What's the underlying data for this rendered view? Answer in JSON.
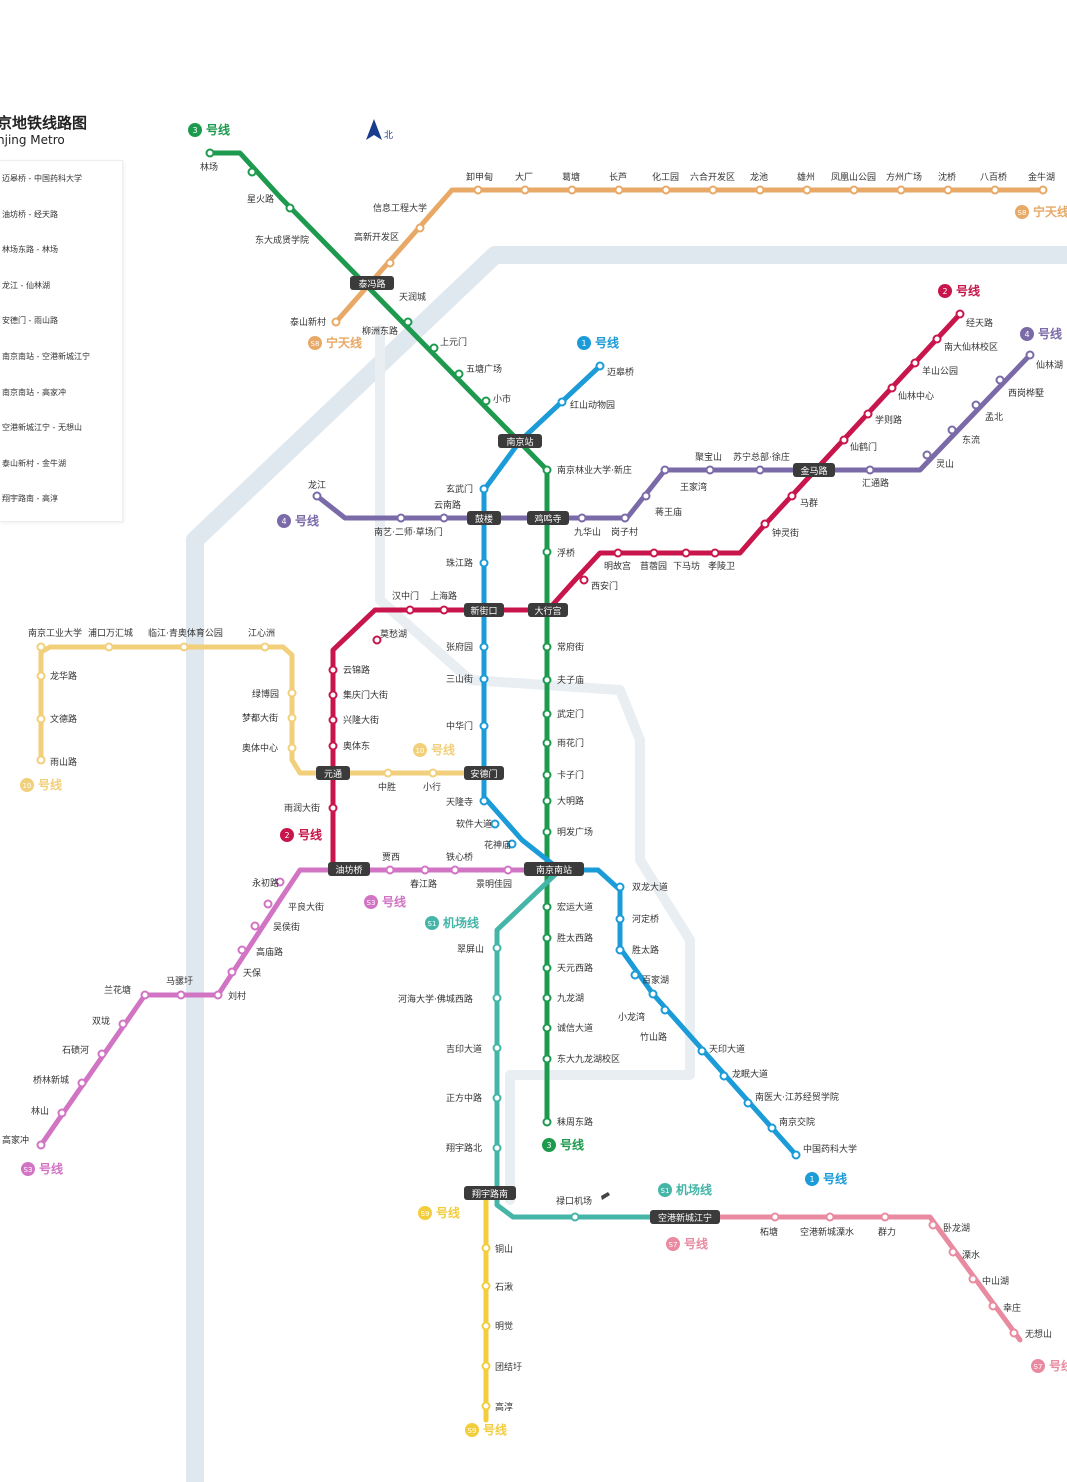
{
  "header": {
    "title": "京地铁线路图",
    "subtitle": "njing Metro"
  },
  "compass": {
    "label": "北"
  },
  "legend": [
    "迈皋桥 - 中国药科大学",
    "油坊桥 - 经天路",
    "林场东路 - 林场",
    "龙江 - 仙林湖",
    "安德门 - 雨山路",
    "南京南站 - 空港新城江宁",
    "南京南站 - 高家冲",
    "空港新城江宁 - 无想山",
    "泰山新村 - 金牛湖",
    "翔宇路南 - 高淳"
  ],
  "line_labels": [
    {
      "id": "line3-top",
      "text": "号线",
      "badge": "3",
      "color": "#1e9a4f"
    },
    {
      "id": "line2-top",
      "text": "号线",
      "badge": "2",
      "color": "#c8154b"
    },
    {
      "id": "line4-right",
      "text": "号线",
      "badge": "4",
      "color": "#7b6aa8"
    },
    {
      "id": "line1-mid",
      "text": "号线",
      "badge": "1",
      "color": "#1b9bd7"
    },
    {
      "id": "line4-left",
      "text": "号线",
      "badge": "4",
      "color": "#7b6aa8"
    },
    {
      "id": "s8-top",
      "text": "宁天线",
      "badge": "S8",
      "color": "#e8a866"
    },
    {
      "id": "s8-right",
      "text": "宁天线",
      "badge": "S8",
      "color": "#e8a866"
    },
    {
      "id": "s10-left",
      "text": "号线",
      "badge": "10",
      "color": "#f2cf7a"
    },
    {
      "id": "s10-mid",
      "text": "号线",
      "badge": "10",
      "color": "#f2cf7a"
    },
    {
      "id": "line2-mid",
      "text": "号线",
      "badge": "2",
      "color": "#c8154b"
    },
    {
      "id": "s3-mid",
      "text": "号线",
      "badge": "S3",
      "color": "#d174c4"
    },
    {
      "id": "s1-mid",
      "text": "机场线",
      "badge": "S1",
      "color": "#45b5a8"
    },
    {
      "id": "s3-bottom",
      "text": "号线",
      "badge": "S3",
      "color": "#d174c4"
    },
    {
      "id": "line3-bottom",
      "text": "号线",
      "badge": "3",
      "color": "#1e9a4f"
    },
    {
      "id": "line1-bottom",
      "text": "号线",
      "badge": "1",
      "color": "#1b9bd7"
    },
    {
      "id": "s1-bottom",
      "text": "机场线",
      "badge": "S1",
      "color": "#45b5a8"
    },
    {
      "id": "s9-mid",
      "text": "号线",
      "badge": "S9",
      "color": "#f2cd3c"
    },
    {
      "id": "s7-mid",
      "text": "号线",
      "badge": "S7",
      "color": "#e98ba0"
    },
    {
      "id": "s7-bottom",
      "text": "号线",
      "badge": "S7",
      "color": "#e98ba0"
    },
    {
      "id": "s9-bottom",
      "text": "号线",
      "badge": "S9",
      "color": "#f2cd3c"
    }
  ],
  "transfer_stations": [
    "泰冯路",
    "南京站",
    "鼓楼",
    "鸡鸣寺",
    "金马路",
    "新街口",
    "大行宫",
    "元通",
    "安德门",
    "油坊桥",
    "南京南站",
    "翔宇路南",
    "空港新城江宁"
  ],
  "stations": {
    "line3": [
      "林场",
      "星火路",
      "东大成贤学院",
      "天润城",
      "柳洲东路",
      "上元门",
      "五塘广场",
      "小市",
      "南京林业大学·新庄",
      "鸡鸣寺",
      "浮桥",
      "常府街",
      "夫子庙",
      "武定门",
      "雨花门",
      "卡子门",
      "大明路",
      "明发广场",
      "宏运大道",
      "胜太西路",
      "天元西路",
      "九龙湖",
      "诚信大道",
      "东大九龙湖校区",
      "秣周东路"
    ],
    "line1": [
      "迈皋桥",
      "红山动物园",
      "玄武门",
      "珠江路",
      "张府园",
      "三山街",
      "中华门",
      "天隆寺",
      "软件大道",
      "花神庙",
      "双龙大道",
      "河定桥",
      "胜太路",
      "百家湖",
      "小龙湾",
      "竹山路",
      "天印大道",
      "龙眠大道",
      "南医大·江苏经贸学院",
      "南京交院",
      "中国药科大学"
    ],
    "line2": [
      "经天路",
      "南大仙林校区",
      "羊山公园",
      "仙林中心",
      "学则路",
      "仙鹤门",
      "马群",
      "钟灵街",
      "下马坊",
      "孝陵卫",
      "苜蓿园",
      "明故宫",
      "西安门",
      "上海路",
      "汉中门",
      "莫愁湖",
      "云锦路",
      "集庆门大街",
      "兴隆大街",
      "奥体东",
      "雨润大街"
    ],
    "line4": [
      "龙江",
      "南艺·二师·草场门",
      "云南路",
      "九华山",
      "岗子村",
      "蒋王庙",
      "王家湾",
      "聚宝山",
      "苏宁总部·徐庄",
      "汇通路",
      "灵山",
      "东流",
      "孟北",
      "西岗桦墅",
      "仙林湖"
    ],
    "s8": [
      "泰山新村",
      "信息工程大学",
      "卸甲甸",
      "大厂",
      "葛塘",
      "长芦",
      "化工园",
      "六合开发区",
      "龙池",
      "雄州",
      "凤凰山公园",
      "方州广场",
      "沈桥",
      "八百桥",
      "金牛湖",
      "高新开发区"
    ],
    "s10": [
      "南京工业大学",
      "浦口万汇城",
      "临江·青奥体育公园",
      "江心洲",
      "绿博园",
      "梦都大街",
      "奥体中心",
      "中胜",
      "小行",
      "龙华路",
      "文德路",
      "雨山路"
    ],
    "s3": [
      "永初路",
      "平良大街",
      "吴侯街",
      "高庙路",
      "天保",
      "刘村",
      "马骡圩",
      "兰花塘",
      "双垅",
      "石碛河",
      "桥林新城",
      "林山",
      "高家冲",
      "铁心桥",
      "春江路",
      "贾西",
      "景明佳园"
    ],
    "s1": [
      "翠屏山",
      "河海大学·佛城西路",
      "吉印大道",
      "正方中路",
      "翔宇路北",
      "禄口机场"
    ],
    "s9": [
      "铜山",
      "石湫",
      "明觉",
      "团结圩",
      "高淳"
    ],
    "s7": [
      "柘塘",
      "空港新城溧水",
      "群力",
      "卧龙湖",
      "溧水",
      "中山湖",
      "幸庄",
      "无想山"
    ]
  }
}
